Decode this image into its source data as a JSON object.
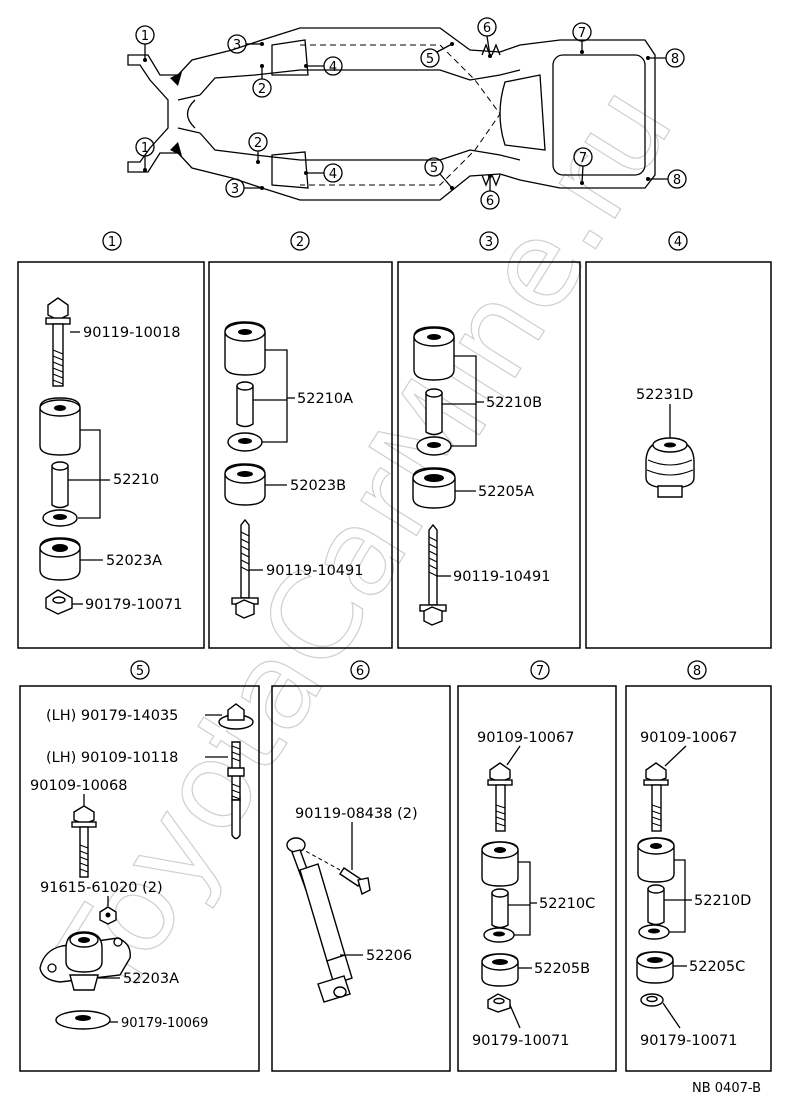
{
  "watermark": "ToyotaCarMine.ru",
  "footer_code": "NB  0407-B",
  "frame_callouts": [
    "1",
    "2",
    "3",
    "4",
    "5",
    "6",
    "7",
    "8"
  ],
  "panels": [
    {
      "id": "1",
      "parts": [
        "90119-10018",
        "52210",
        "52023A",
        "90179-10071"
      ]
    },
    {
      "id": "2",
      "parts": [
        "52210A",
        "52023B",
        "90119-10491"
      ]
    },
    {
      "id": "3",
      "parts": [
        "52210B",
        "52205A",
        "90119-10491"
      ]
    },
    {
      "id": "4",
      "parts": [
        "52231D"
      ]
    },
    {
      "id": "5",
      "parts": [
        "(LH) 90179-14035",
        "(LH) 90109-10118",
        "90109-10068",
        "91615-61020 (2)",
        "52203A",
        "90179-10069"
      ]
    },
    {
      "id": "6",
      "parts": [
        "90119-08438 (2)",
        "52206"
      ]
    },
    {
      "id": "7",
      "parts": [
        "90109-10067",
        "52210C",
        "52205B",
        "90179-10071"
      ]
    },
    {
      "id": "8",
      "parts": [
        "90109-10067",
        "52210D",
        "52205C",
        "90179-10071"
      ]
    }
  ]
}
